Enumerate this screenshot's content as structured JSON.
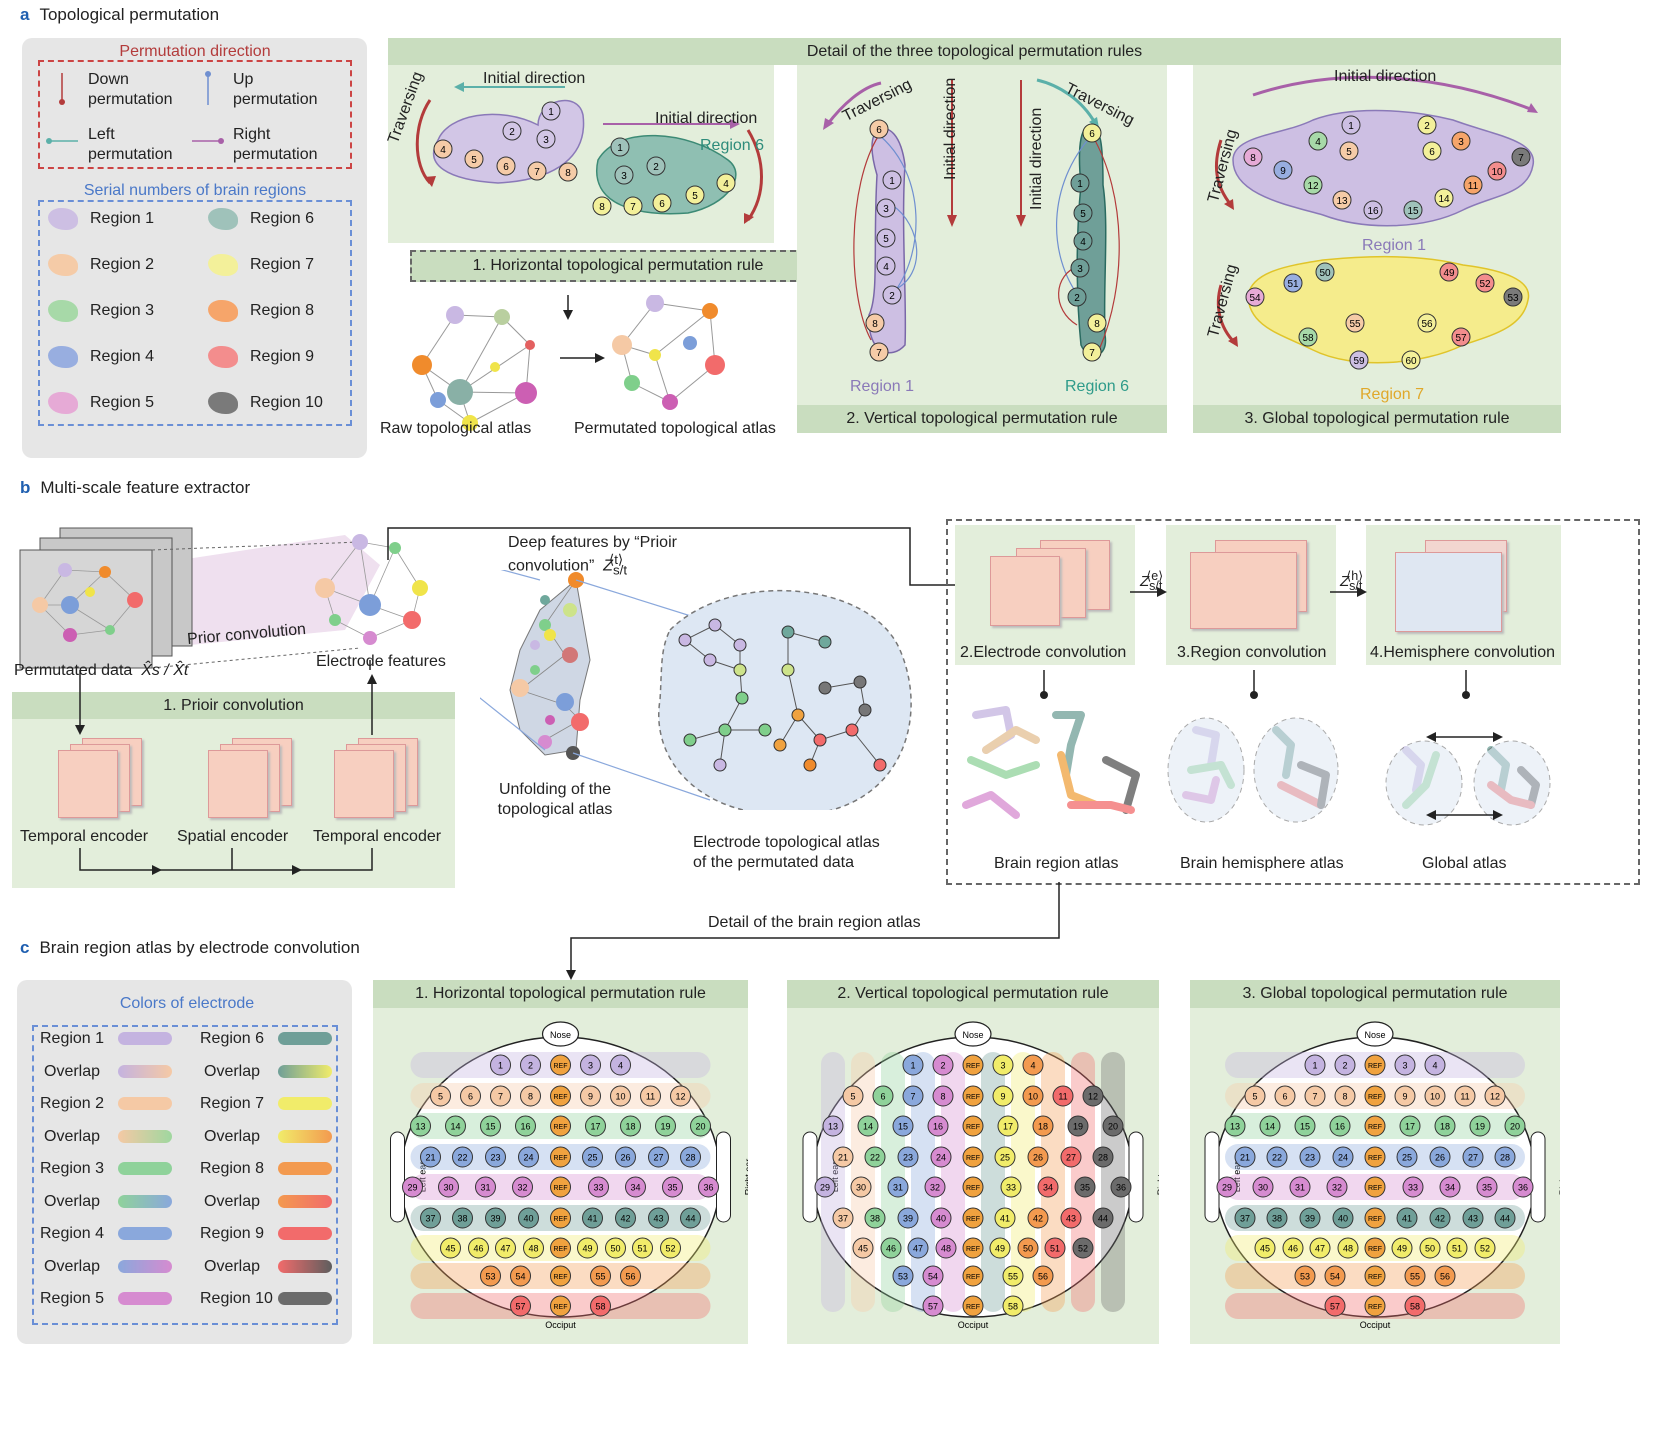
{
  "panel_a": {
    "tag": "a",
    "title": "Topological permutation",
    "permutation_direction": {
      "title": "Permutation direction",
      "items": [
        {
          "l1": "Down",
          "l2": "permutation",
          "color": "#b33b3b"
        },
        {
          "l1": "Up",
          "l2": "permutation",
          "color": "#6f8fd0"
        },
        {
          "l1": "Left",
          "l2": "permutation",
          "color": "#5bb0a9"
        },
        {
          "l1": "Right",
          "l2": "permutation",
          "color": "#a860a8"
        }
      ]
    },
    "serial_numbers": {
      "title": "Serial numbers of brain regions",
      "regions": [
        {
          "name": "Region 1",
          "color": "#cdbfe3"
        },
        {
          "name": "Region 6",
          "color": "#9fc2ba"
        },
        {
          "name": "Region 2",
          "color": "#f5cba7"
        },
        {
          "name": "Region 7",
          "color": "#f3f09a"
        },
        {
          "name": "Region 3",
          "color": "#a7d9a8"
        },
        {
          "name": "Region 8",
          "color": "#f6a56a"
        },
        {
          "name": "Region 4",
          "color": "#98aee0"
        },
        {
          "name": "Region 9",
          "color": "#f38d8d"
        },
        {
          "name": "Region 5",
          "color": "#e6aad6"
        },
        {
          "name": "Region 10",
          "color": "#7a7a7a"
        }
      ]
    },
    "detail_header": "Detail of the three topological permutation rules",
    "horizontal": {
      "initial_direction_1": "Initial direction",
      "initial_direction_2": "Initial direction",
      "traversing": "Traversing",
      "region6_label": "Region 6",
      "rule": "1. Horizontal topological permutation rule",
      "raw_label": "Raw topological atlas",
      "perm_label": "Permutated topological atlas"
    },
    "vertical": {
      "traversing_1": "Traversing",
      "traversing_2": "Traversing",
      "initial_direction_1": "Initial direction",
      "initial_direction_2": "Initial direction",
      "region1_label": "Region 1",
      "region6_label": "Region 6",
      "rule": "2. Vertical topological permutation rule"
    },
    "global": {
      "initial_direction": "Initial direction",
      "traversing_1": "Traversing",
      "traversing_2": "Traversing",
      "region1_label": "Region 1",
      "region7_label": "Region 7",
      "rule": "3. Global topological permutation rule"
    }
  },
  "panel_b": {
    "tag": "b",
    "title": "Multi-scale feature extractor",
    "deep_features": "Deep features by “Prioir convolution”",
    "deep_features_symbol": "Z",
    "deep_features_sup": "⟨t⟩",
    "deep_features_sub": "s/t",
    "prior_convolution": "Prior convolution",
    "permutated_data": "Permutated data",
    "permutated_symbol": "X̂s / X̂t",
    "electrode_features": "Electrode features",
    "step1": "1. Prioir convolution",
    "temporal_encoder_1": "Temporal encoder",
    "spatial_encoder": "Spatial encoder",
    "temporal_encoder_2": "Temporal encoder",
    "unfolding": [
      "Unfolding of the",
      "topological atlas"
    ],
    "electrode_atlas": [
      "Electrode topological atlas",
      "of the permutated data"
    ],
    "z_e_sup": "⟨e⟩",
    "z_h_sup": "⟨h⟩",
    "z_sub": "s/t",
    "step2": "2.Electrode convolution",
    "step3": "3.Region convolution",
    "step4": "4.Hemisphere convolution",
    "atlas_region": "Brain region atlas",
    "atlas_hemisphere": "Brain hemisphere atlas",
    "atlas_global": "Global atlas",
    "detail_link": "Detail of the brain region atlas"
  },
  "panel_c": {
    "tag": "c",
    "title": "Brain region atlas by electrode convolution",
    "legend_title": "Colors of electrode",
    "legend": [
      {
        "label": "Region 1",
        "c1": "#c4b3e0",
        "c2": "#c4b3e0"
      },
      {
        "label": "Region 6",
        "c1": "#6f9f98",
        "c2": "#6f9f98"
      },
      {
        "label": "Overlap",
        "c1": "#c4b3e0",
        "c2": "#f5c9a5"
      },
      {
        "label": "Overlap",
        "c1": "#6f9f98",
        "c2": "#f1ec6a"
      },
      {
        "label": "Region 2",
        "c1": "#f5c9a5",
        "c2": "#f5c9a5"
      },
      {
        "label": "Region 7",
        "c1": "#f1ec6a",
        "c2": "#f1ec6a"
      },
      {
        "label": "Overlap",
        "c1": "#f5c9a5",
        "c2": "#9fd79f"
      },
      {
        "label": "Overlap",
        "c1": "#f1ec6a",
        "c2": "#f39a4f"
      },
      {
        "label": "Region 3",
        "c1": "#8fd29a",
        "c2": "#8fd29a"
      },
      {
        "label": "Region 8",
        "c1": "#f39a4f",
        "c2": "#f39a4f"
      },
      {
        "label": "Overlap",
        "c1": "#8fd29a",
        "c2": "#8aa8dc"
      },
      {
        "label": "Overlap",
        "c1": "#f39a4f",
        "c2": "#f26b6b"
      },
      {
        "label": "Region 4",
        "c1": "#8aa8dc",
        "c2": "#8aa8dc"
      },
      {
        "label": "Region 9",
        "c1": "#f26b6b",
        "c2": "#f26b6b"
      },
      {
        "label": "Overlap",
        "c1": "#8aa8dc",
        "c2": "#d68bd0"
      },
      {
        "label": "Overlap",
        "c1": "#f26b6b",
        "c2": "#5e5e5e"
      },
      {
        "label": "Region 5",
        "c1": "#d68bd0",
        "c2": "#d68bd0"
      },
      {
        "label": "Region 10",
        "c1": "#6b6b6b",
        "c2": "#6b6b6b"
      }
    ],
    "maps": [
      {
        "title": "1. Horizontal topological permutation rule"
      },
      {
        "title": "2. Vertical topological permutation rule"
      },
      {
        "title": "3. Global topological permutation rule"
      }
    ],
    "nose": "Nose",
    "occiput": "Occiput",
    "left_ear": "Left ear",
    "right_ear": "Right ear",
    "ref": "REF"
  }
}
